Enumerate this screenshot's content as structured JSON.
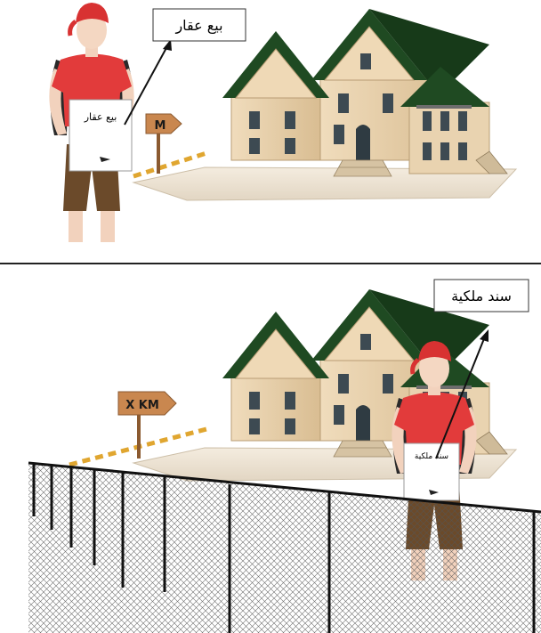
{
  "panels": {
    "top": {
      "callout": "بيع عقار",
      "paper_text": "بيع عقار",
      "sign": "M"
    },
    "bottom": {
      "callout": "سند ملكية",
      "paper_text": "سند ملكية",
      "sign": "X KM"
    }
  },
  "colors": {
    "roof": "#1f4a22",
    "wall": "#e6cda8",
    "shirt": "#e23b3b",
    "shorts": "#6b4a2a",
    "path": "#e0a630",
    "sign": "#c9874f"
  }
}
